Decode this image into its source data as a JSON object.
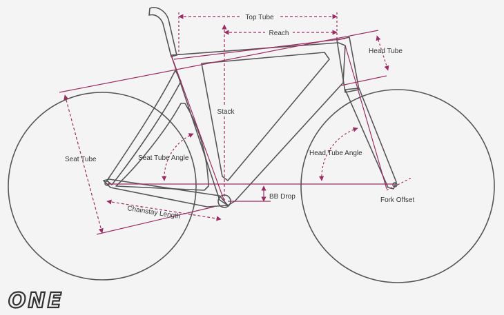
{
  "brand": "ONE",
  "colors": {
    "background": "#f4f4f4",
    "frame": "#555555",
    "dimension": "#9a2e63",
    "text": "#333333"
  },
  "labels": {
    "top_tube": "Top Tube",
    "reach": "Reach",
    "head_tube": "Head Tube",
    "stack": "Stack",
    "seat_tube": "Seat Tube",
    "seat_tube_angle": "Seat Tube Angle",
    "head_tube_angle": "Head Tube Angle",
    "bb_drop": "BB Drop",
    "fork_offset": "Fork Offset",
    "chainstay_length": "Chainstay Length"
  }
}
